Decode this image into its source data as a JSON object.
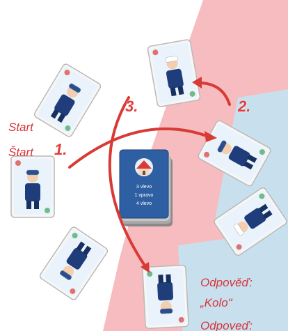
{
  "colors": {
    "pink_zone": "#f4a6aa",
    "blue_zone": "#bfe6f5",
    "arrow": "#d83a35",
    "label": "#d8343a",
    "card_bg": "#f6f6f6",
    "card_border": "#b9b9b9",
    "deck_blue": "#2f5fa3",
    "figure_blue": "#1f3d7a"
  },
  "labels": {
    "start_cz": "Start",
    "start_sk": "Štart",
    "answer_cz": "Odpověď:",
    "answer_value": "„Kolo\"",
    "answer_sk_partial": "Odpoveď:"
  },
  "steps": [
    "1.",
    "2.",
    "3."
  ],
  "deck": {
    "icon": "house-icon",
    "lines": [
      "3 vlevo",
      "1 vpravo",
      "4 vlevo"
    ]
  },
  "cards": [
    {
      "name": "card-start-left",
      "icon": "firefighter-icon"
    },
    {
      "name": "card-top-left",
      "icon": "firefighter-icon"
    },
    {
      "name": "card-top-center",
      "icon": "chef-icon"
    },
    {
      "name": "card-right-upper",
      "icon": "firefighter-icon"
    },
    {
      "name": "card-right-lower",
      "icon": "chef-icon"
    },
    {
      "name": "card-bottom-center",
      "icon": "firefighter-icon"
    },
    {
      "name": "card-bottom-left",
      "icon": "firefighter-icon"
    }
  ]
}
